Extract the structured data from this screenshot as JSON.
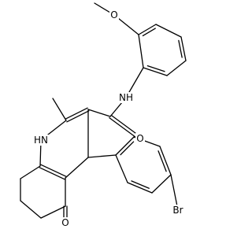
{
  "structure": {
    "atom_labels": {
      "methoxy_o": "O",
      "amide_n": "NH",
      "amide_o": "O",
      "ring_n": "HN",
      "ketone_o": "O",
      "bromine": "Br"
    }
  }
}
